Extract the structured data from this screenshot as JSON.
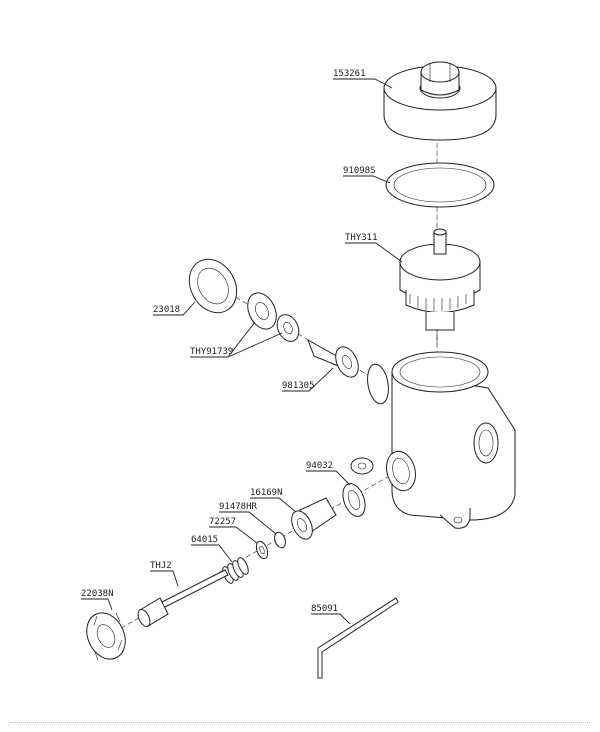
{
  "parts": [
    {
      "id": "cap",
      "label": "153261"
    },
    {
      "id": "cap-seal",
      "label": "91098S"
    },
    {
      "id": "cartridge",
      "label": "THY311"
    },
    {
      "id": "nut",
      "label": "23018"
    },
    {
      "id": "washers",
      "label": "THY91739"
    },
    {
      "id": "pin",
      "label": "981305"
    },
    {
      "id": "oring",
      "label": "94032"
    },
    {
      "id": "body-insert",
      "label": "16169N"
    },
    {
      "id": "small-ring",
      "label": "91478HR"
    },
    {
      "id": "washer2",
      "label": "72257"
    },
    {
      "id": "spring",
      "label": "64015"
    },
    {
      "id": "rod",
      "label": "THJ2"
    },
    {
      "id": "nut2",
      "label": "22038N"
    },
    {
      "id": "hex-key",
      "label": "85091"
    }
  ]
}
